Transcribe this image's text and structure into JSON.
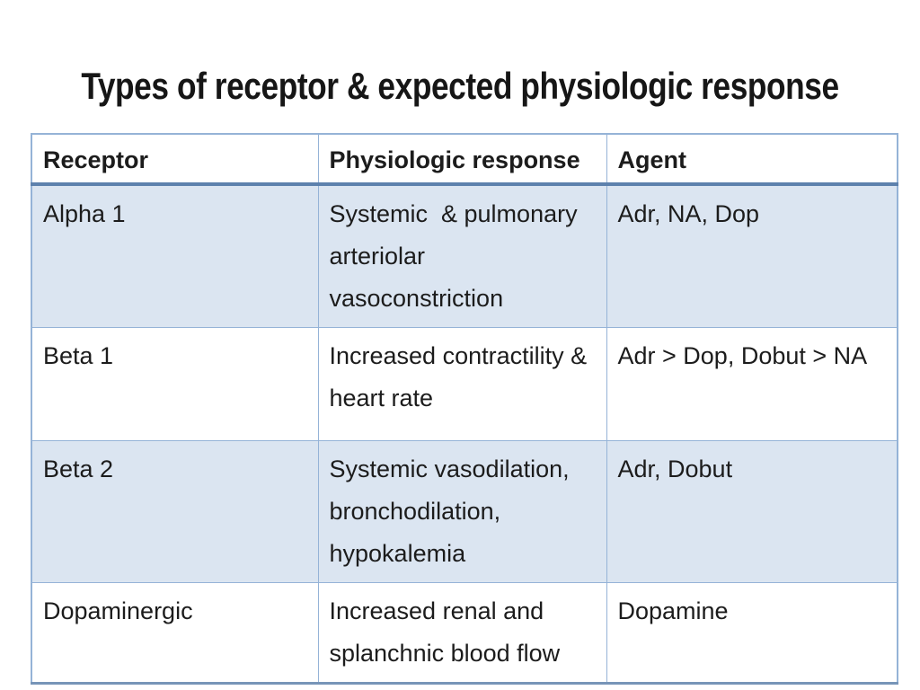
{
  "slide": {
    "title": "Types of receptor & expected physiologic response"
  },
  "table": {
    "headers": [
      "Receptor",
      "Physiologic response",
      "Agent"
    ],
    "rows": [
      {
        "receptor": "Alpha 1",
        "response": "Systemic  & pulmonary arteriolar vasoconstriction",
        "agent": "Adr, NA, Dop",
        "shaded": true
      },
      {
        "receptor": "Beta 1",
        "response": "Increased contractility & heart rate",
        "agent": "Adr > Dop, Dobut > NA",
        "shaded": false
      },
      {
        "receptor": "Beta 2",
        "response": "Systemic vasodilation, bronchodilation, hypokalemia",
        "agent": "Adr, Dobut",
        "shaded": true
      },
      {
        "receptor": "Dopaminergic",
        "response": "Increased renal and splanchnic blood flow",
        "agent": "Dopamine",
        "shaded": false
      }
    ]
  },
  "colors": {
    "row_shade": "#dbe5f1",
    "border_light": "#95b3d7",
    "border_heavy": "#5d81ad",
    "title_text": "#161616",
    "body_text": "#1c1c1c"
  }
}
